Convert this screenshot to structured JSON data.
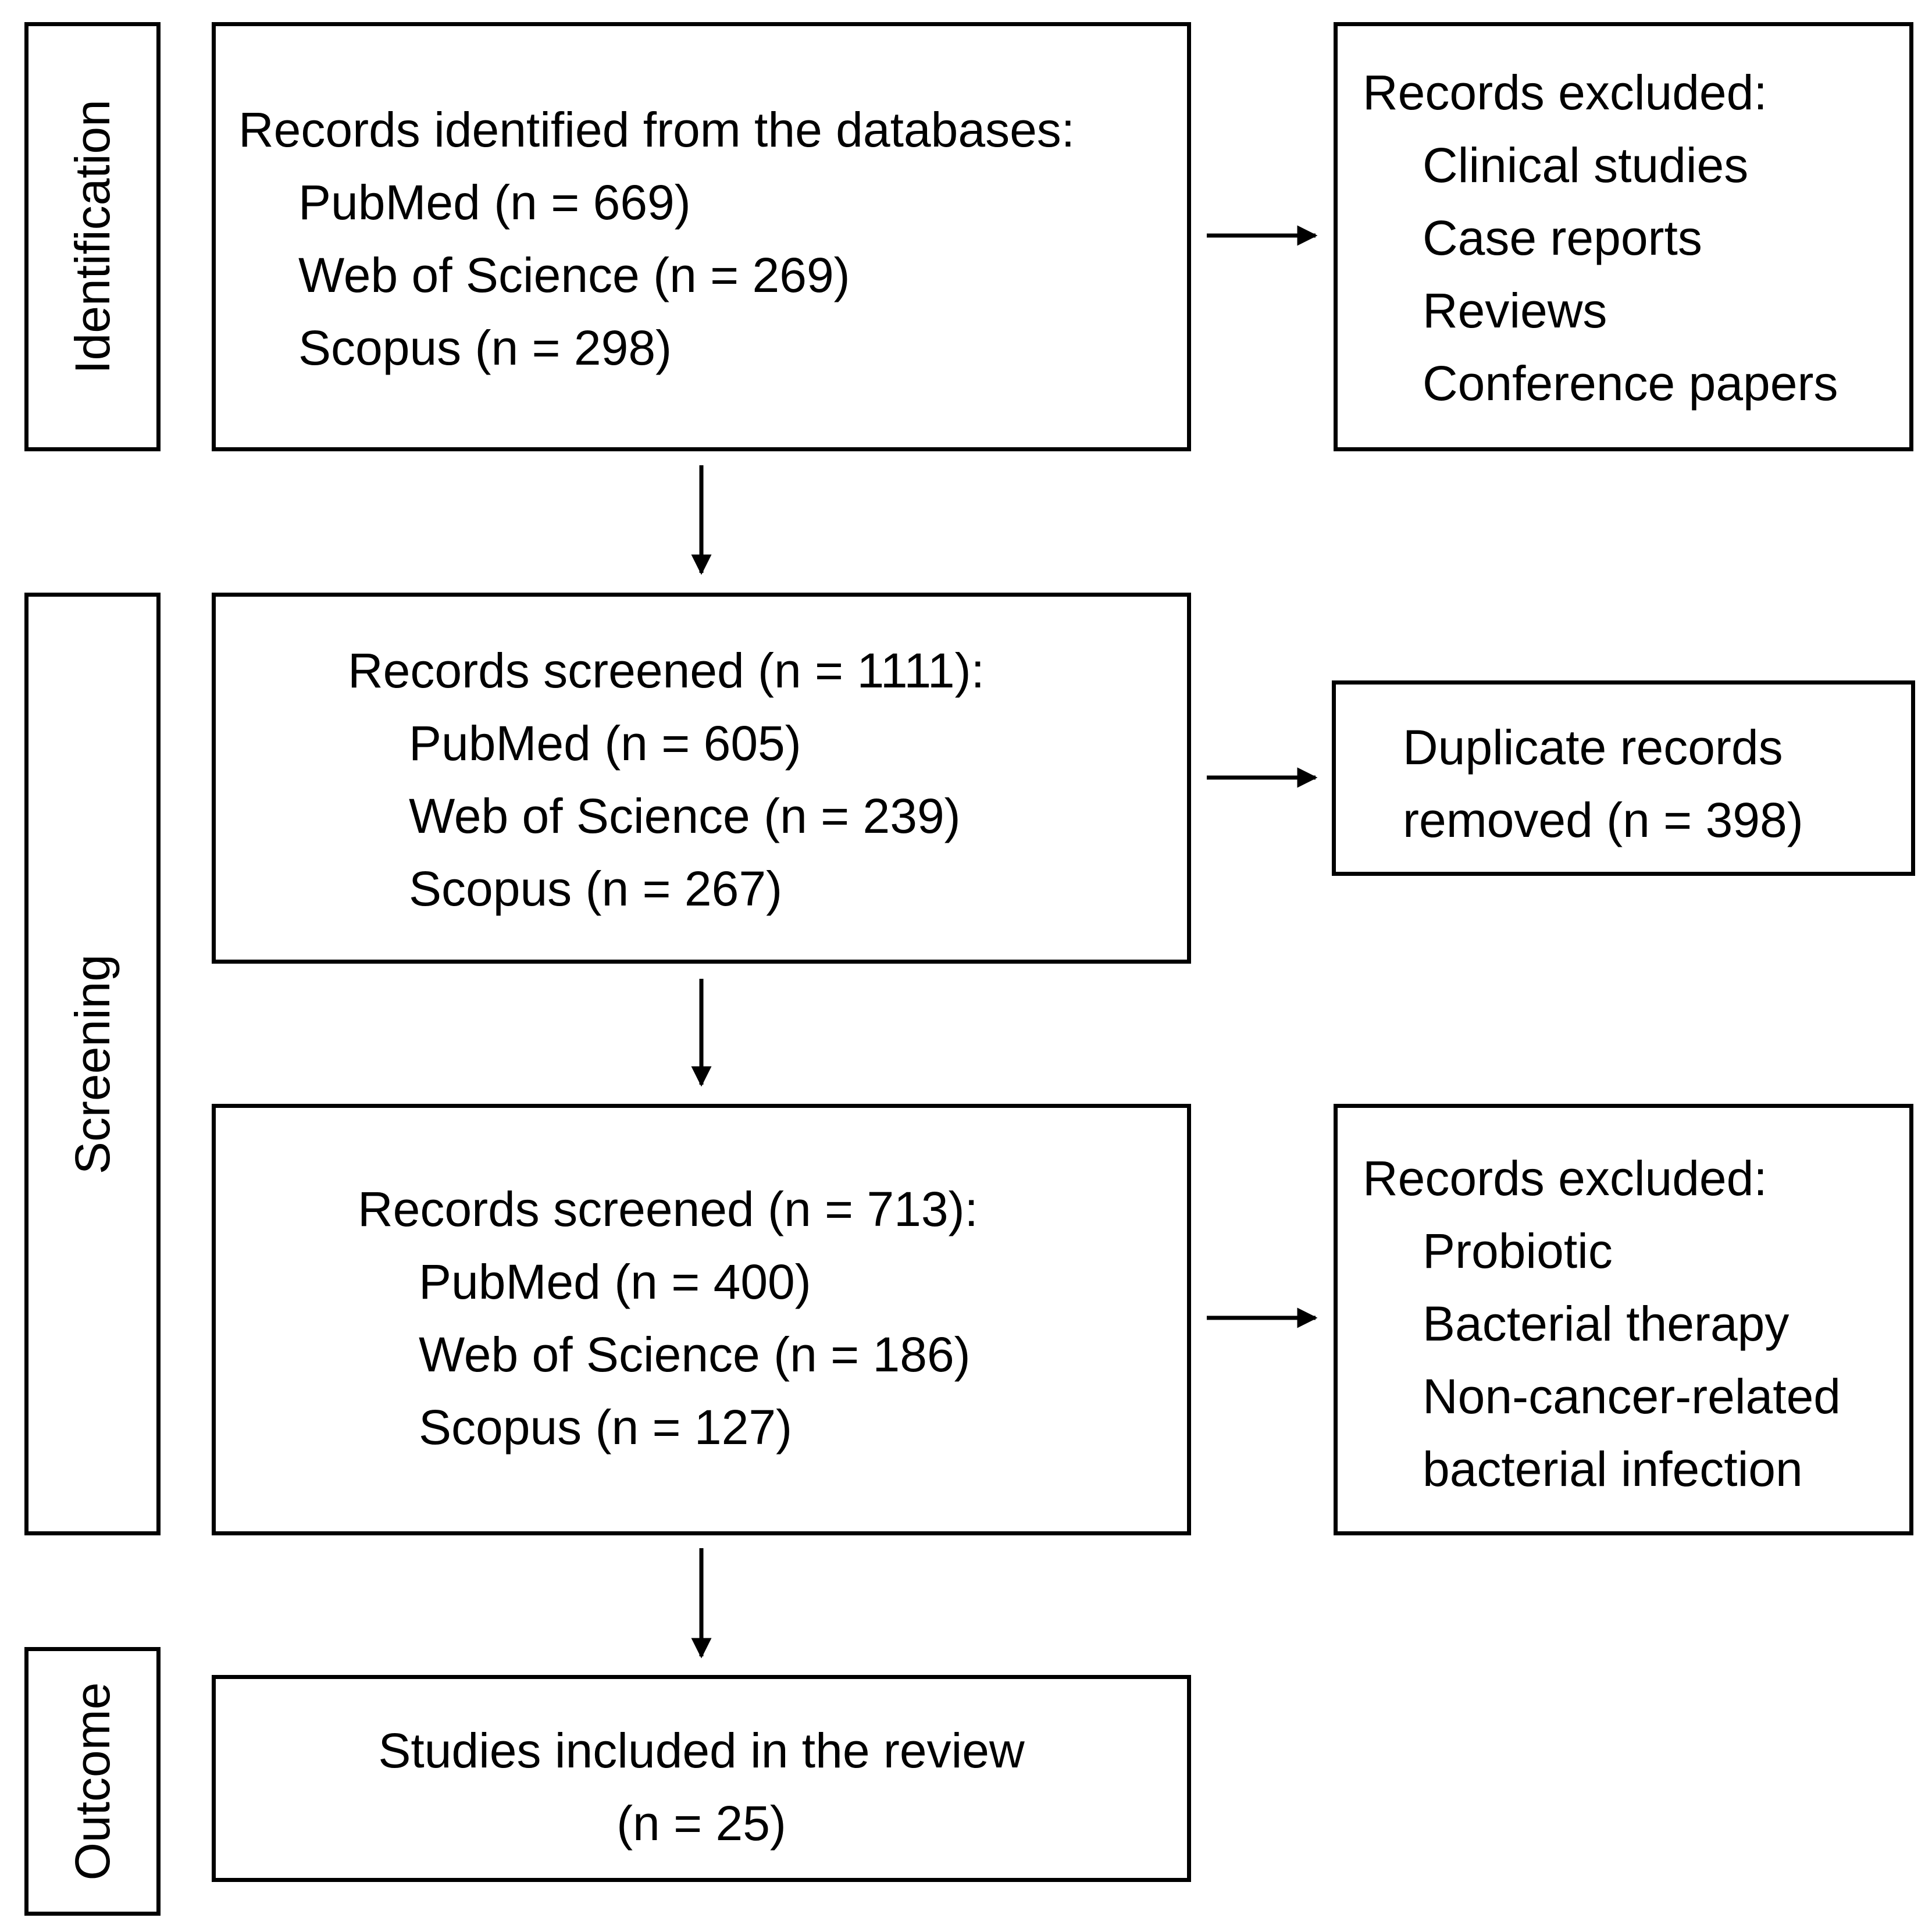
{
  "stages": {
    "identification": "Identification",
    "screening": "Screening",
    "outcome": "Outcome"
  },
  "identified": {
    "heading": "Records identified from the databases:",
    "items": [
      "PubMed (n = 669)",
      "Web of Science (n = 269)",
      "Scopus (n = 298)"
    ]
  },
  "excluded_1": {
    "heading": "Records excluded:",
    "items": [
      "Clinical studies",
      "Case reports",
      "Reviews",
      "Conference papers"
    ]
  },
  "screened_1": {
    "heading": "Records screened (n = 1111):",
    "items": [
      "PubMed (n = 605)",
      "Web of Science (n = 239)",
      "Scopus (n = 267)"
    ]
  },
  "duplicates": {
    "line1": "Duplicate records",
    "line2": "removed (n = 398)"
  },
  "screened_2": {
    "heading": "Records screened (n = 713):",
    "items": [
      "PubMed (n = 400)",
      "Web of Science (n = 186)",
      "Scopus (n = 127)"
    ]
  },
  "excluded_2": {
    "heading": "Records excluded:",
    "items": [
      "Probiotic",
      "Bacterial therapy",
      "Non-cancer-related",
      "bacterial infection"
    ]
  },
  "included": {
    "line1": "Studies included in the review",
    "line2": "(n = 25)"
  }
}
